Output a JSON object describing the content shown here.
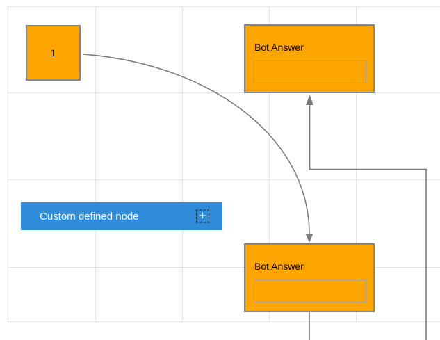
{
  "canvas": {
    "background": "#ffffff",
    "grid_color": "#e3e3e3"
  },
  "nodes": {
    "node1": {
      "label": "1",
      "fill": "#FFA500",
      "border": "#868686"
    },
    "bot_answer_top": {
      "title": "Bot Answer",
      "input_value": "",
      "fill": "#FFA500"
    },
    "bot_answer_bottom": {
      "title": "Bot Answer",
      "input_value": "",
      "fill": "#FFA500"
    },
    "custom_node": {
      "label": "Custom defined node",
      "fill": "#2E8CDB",
      "plus_glyph": "+"
    }
  },
  "connectors": {
    "color": "#7b7b7b",
    "curved_link": "node1 -> bot_answer_bottom",
    "elbow_link": "offscreen -> bot_answer_top",
    "stub_link": "bot_answer_bottom -> offscreen"
  }
}
